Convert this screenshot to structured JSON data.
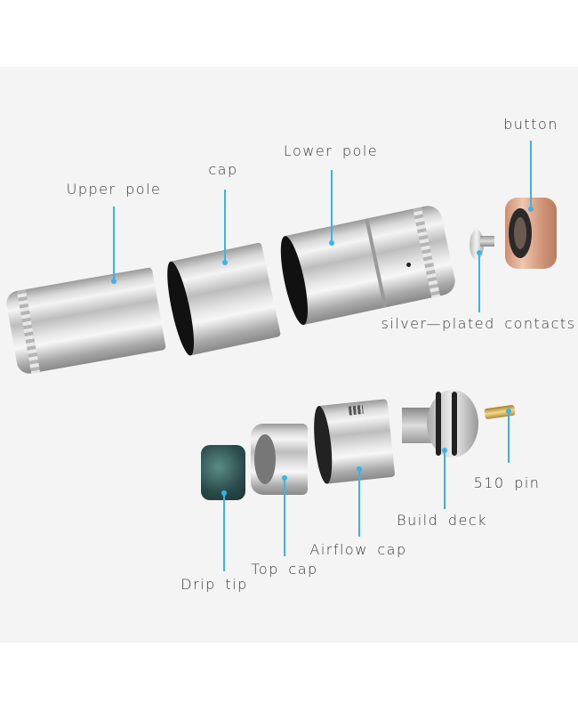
{
  "labels": {
    "upper_pole": "Upper pole",
    "cap": "cap",
    "lower_pole": "Lower pole",
    "button": "button",
    "contacts": "silver—plated contacts",
    "pin": "510 pin",
    "build_deck": "Build deck",
    "airflow_cap": "Airflow cap",
    "top_cap": "Top cap",
    "drip_tip": "Drip tip"
  },
  "colors": {
    "leader": "#3ab4e6",
    "background": "#f4f4f4"
  }
}
